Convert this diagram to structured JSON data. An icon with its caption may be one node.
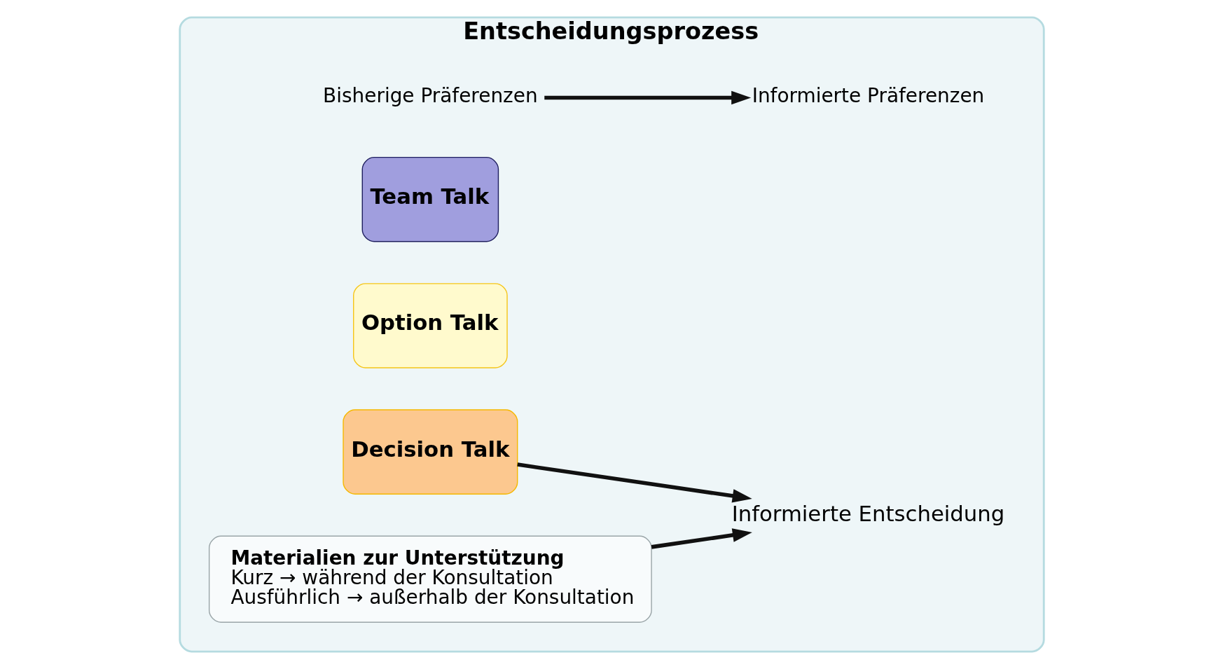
{
  "diagram": {
    "nodes": [
      {
        "text": [
          "Entscheidungsprozess"
        ]
      },
      {
        "text": [
          "Bisherige Präferenzen"
        ],
        "in": 0
      },
      {
        "text": [
          "Informierte Präferenzen"
        ],
        "in": 0
      },
      {
        "text": [
          "Team Talk"
        ],
        "in": 0
      },
      {
        "text": [
          "Option Talk"
        ],
        "in": 0
      },
      {
        "text": [
          "Decision Talk"
        ],
        "in": 0
      },
      {
        "text": [
          "Informierte Entscheidung"
        ],
        "in": 0
      },
      {
        "text": [
          "Materialien zur Unterstützung",
          "Kurz → während der Konsultation",
          "Ausführlich → außerhalb der Konsultation"
        ],
        "in": 0
      }
    ],
    "edges": [
      {
        "from": 1,
        "to": 2,
        "arrow": "to"
      },
      {
        "from": 5,
        "to": 6,
        "arrow": "to"
      },
      {
        "from": 7,
        "to": 6,
        "arrow": "to"
      }
    ]
  }
}
